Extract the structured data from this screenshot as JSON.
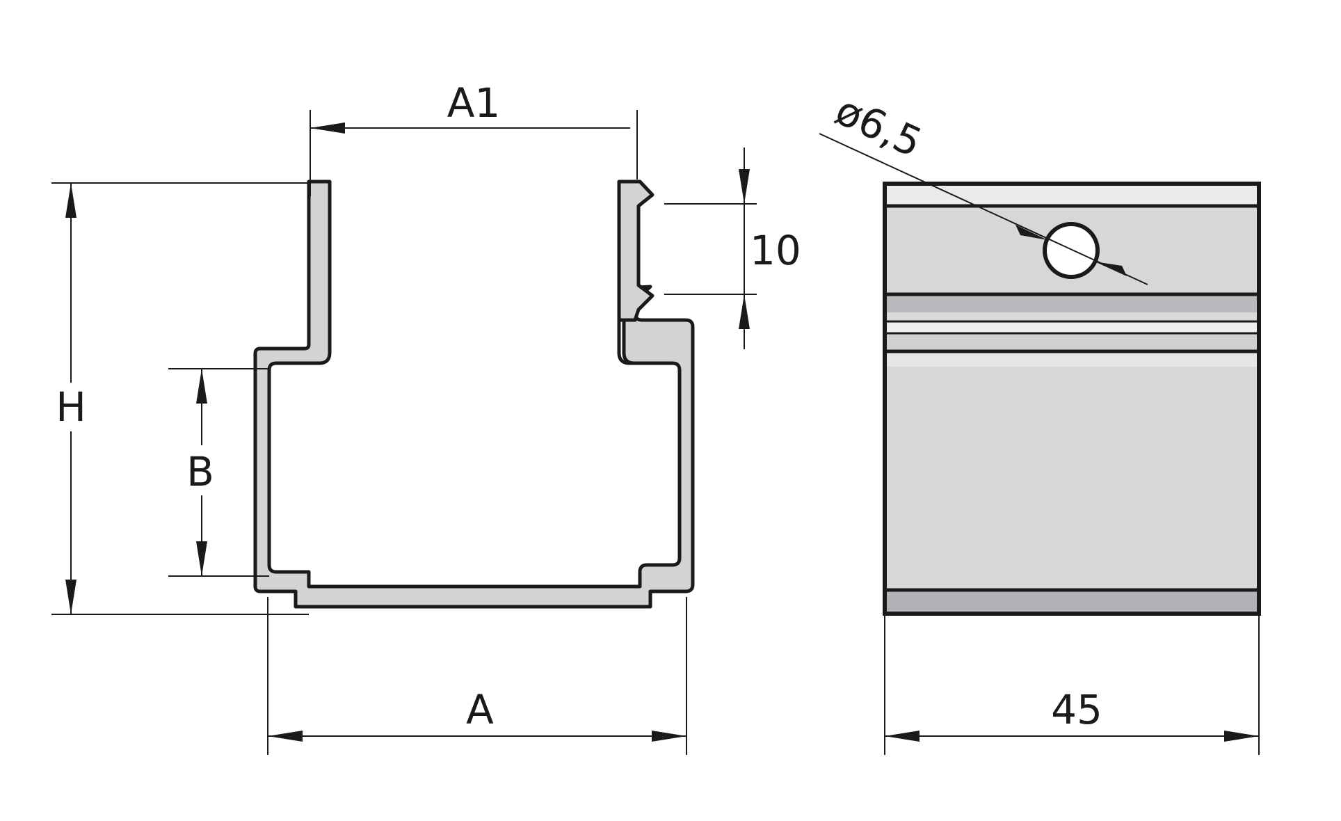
{
  "labels": {
    "a1": "A1",
    "h": "H",
    "b": "B",
    "a": "A",
    "ten": "10",
    "hole": "ø6,5",
    "width_45": "45"
  },
  "colors": {
    "line": "#1a1a1a",
    "profile_fill": "#d2d3d5",
    "face_fill": "#d6d7d9",
    "band_dark": "#b1b2b5",
    "band_light": "#ebebec",
    "background": "#ffffff"
  }
}
